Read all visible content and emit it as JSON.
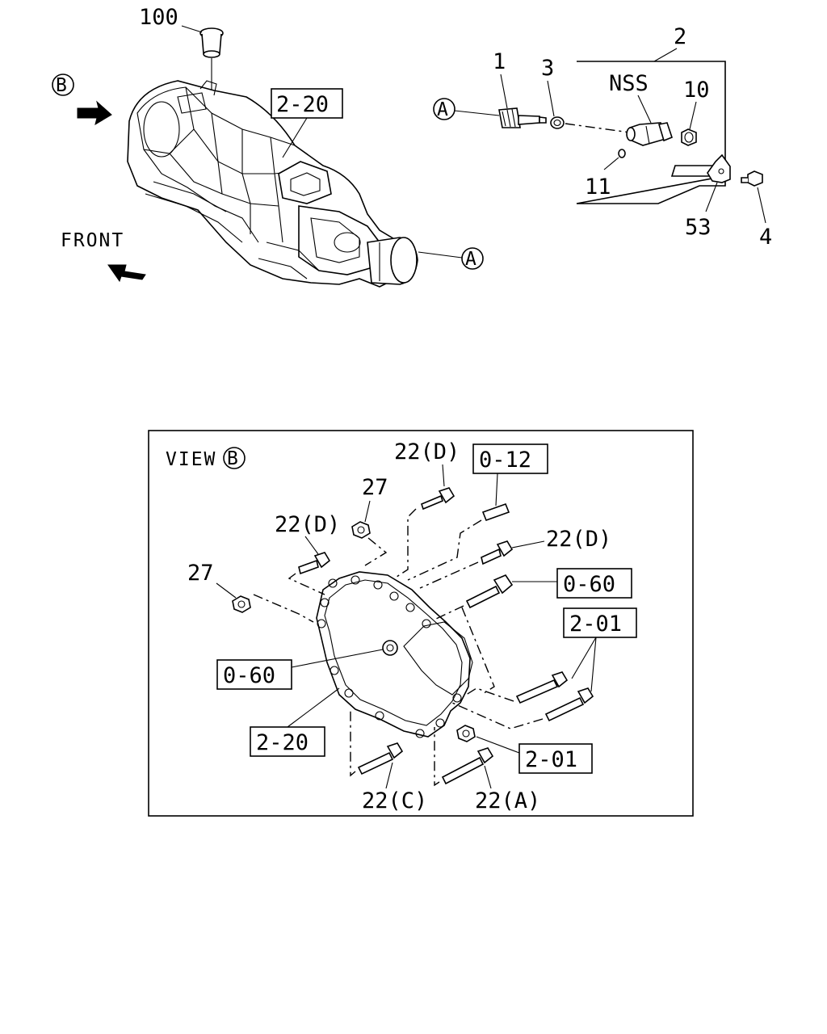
{
  "labels": {
    "p100": "100",
    "b_marker": "B",
    "front": "FRONT",
    "ref_2_20_top": "2-20",
    "a_marker_body": "A",
    "a_marker_gear": "A",
    "p1": "1",
    "p3": "3",
    "p2": "2",
    "nss": "NSS",
    "p10": "10",
    "p11": "11",
    "p53": "53",
    "p4": "4"
  },
  "view_b": {
    "title": "VIEW",
    "marker": "B",
    "p22d_top": "22(D)",
    "ref_0_12": "0-12",
    "p27_top": "27",
    "p22d_left": "22(D)",
    "p22d_right": "22(D)",
    "p27_left": "27",
    "ref_0_60_right": "0-60",
    "ref_2_01_right": "2-01",
    "ref_0_60_left": "0-60",
    "ref_2_20": "2-20",
    "ref_2_01_bottom": "2-01",
    "p22c": "22(C)",
    "p22a": "22(A)"
  }
}
